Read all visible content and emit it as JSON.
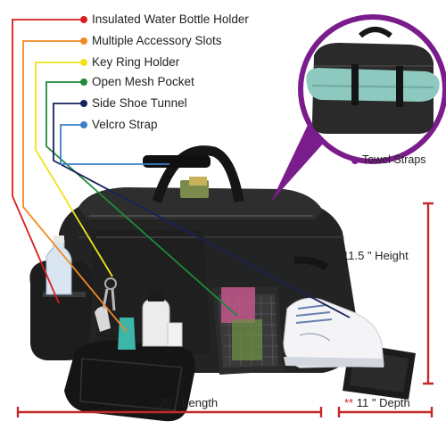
{
  "features": [
    {
      "label": "Insulated Water Bottle Holder",
      "color": "#d81e1e"
    },
    {
      "label": "Multiple Accessory Slots",
      "color": "#f08a24"
    },
    {
      "label": "Key Ring Holder",
      "color": "#f2e21c"
    },
    {
      "label": "Open Mesh Pocket",
      "color": "#1f8a3c"
    },
    {
      "label": "Side Shoe Tunnel",
      "color": "#17225c"
    },
    {
      "label": "Velcro Strap",
      "color": "#3c7fc6"
    }
  ],
  "towel_straps": {
    "label": "Towel Straps",
    "color": "#7b1c8c"
  },
  "dimensions": {
    "height": "11.5 \" Height",
    "length": "20 \" Length",
    "depth_mark": "**",
    "depth": " 11 \" Depth",
    "color": "#c62828"
  },
  "icons": {
    "bullet": "circle-bullet-icon",
    "bag": "duffel-bag-illustration",
    "inset": "towel-inset-illustration"
  }
}
